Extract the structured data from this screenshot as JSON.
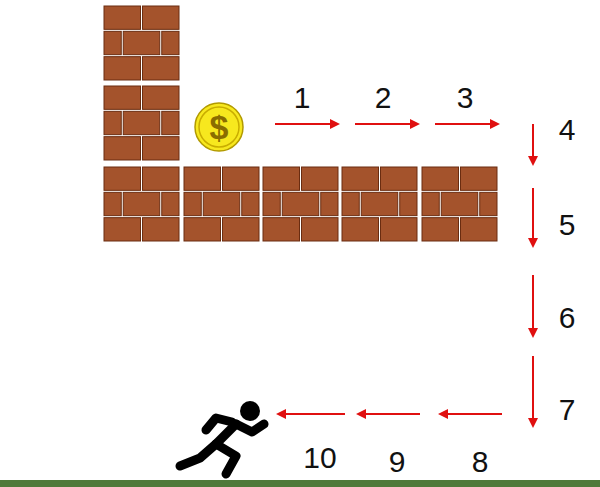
{
  "diagram": {
    "nodes": [
      {
        "text": [
          "$"
        ]
      }
    ],
    "labels": [
      "1",
      "2",
      "3",
      "4",
      "5",
      "6",
      "7",
      "8",
      "9",
      "10"
    ]
  }
}
